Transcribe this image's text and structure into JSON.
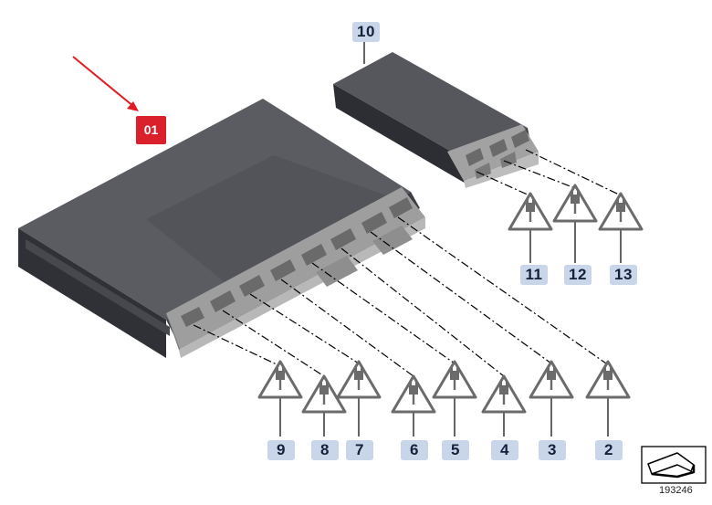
{
  "callouts": {
    "main": "01",
    "module": "10",
    "connectors_upper": [
      "11",
      "12",
      "13"
    ],
    "connectors_lower": [
      "9",
      "8",
      "7",
      "6",
      "5",
      "4",
      "3",
      "2"
    ]
  },
  "image_id": "193246",
  "colors": {
    "callout_bg": "#c9d6ea",
    "callout_text": "#14213a",
    "highlight": "#d9202b",
    "housing": "#3d3f45",
    "connector": "#a9a9a9"
  },
  "icons": {
    "connector_warning": "triangle-plug-icon",
    "navigation": "arrow-icon"
  }
}
